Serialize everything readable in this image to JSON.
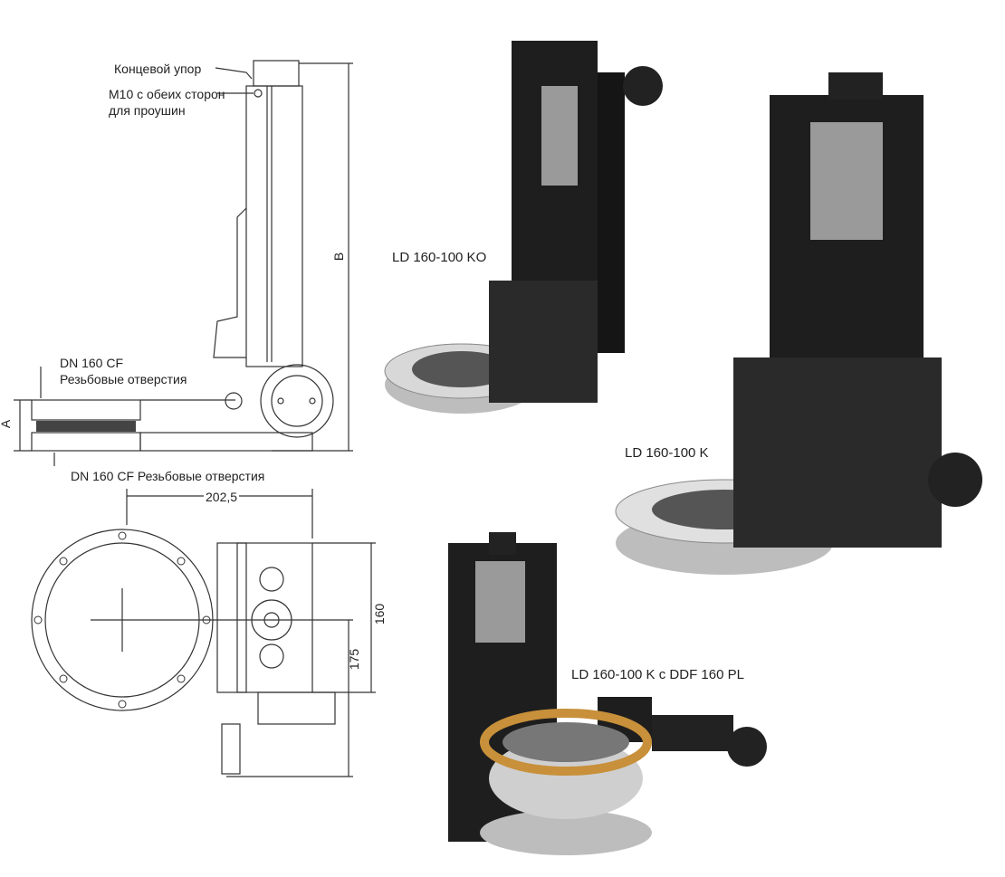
{
  "side_view": {
    "end_stop_label": "Концевой упор",
    "m10_label_line1": "M10 с обеих сторон",
    "m10_label_line2": "для проушин",
    "dim_b": "B",
    "dim_a": "A",
    "top_flange_line1": "DN 160 CF",
    "top_flange_line2": "Резьбовые отверстия",
    "bottom_flange": "DN 160 CF  Резьбовые отверстия"
  },
  "top_view": {
    "dim_width": "202,5",
    "dim_160": "160",
    "dim_175": "175"
  },
  "products": [
    {
      "label": "LD 160-100 KO"
    },
    {
      "label": "LD 160-100 K"
    },
    {
      "label": "LD 160-100 K с DDF 160 PL"
    }
  ],
  "colors": {
    "body": "#1e1e1e",
    "steel": "#c8c8c8",
    "brass": "#c8903a",
    "line": "#333333"
  }
}
